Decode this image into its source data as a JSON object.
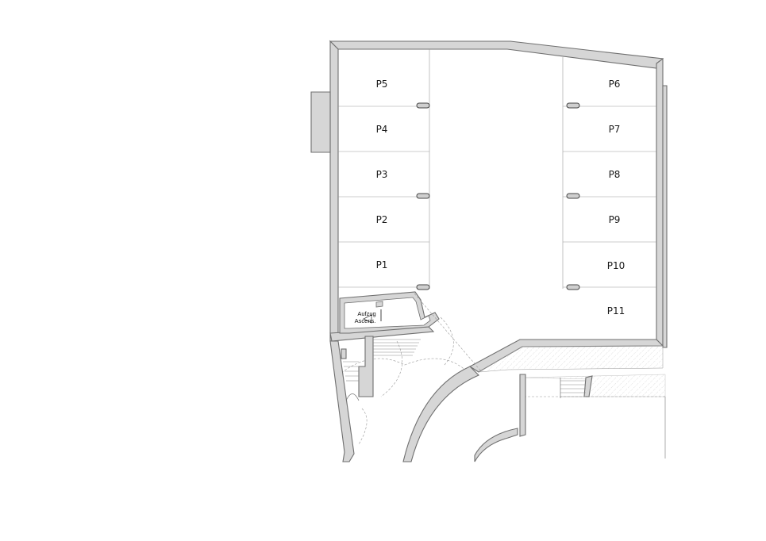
{
  "parking": {
    "left_bays": [
      "P5",
      "P4",
      "P3",
      "P2",
      "P1"
    ],
    "right_bays": [
      "P6",
      "P7",
      "P8",
      "P9",
      "P10",
      "P11"
    ]
  },
  "elevator": {
    "line1": "Aufzug",
    "line2": "Ascens."
  }
}
